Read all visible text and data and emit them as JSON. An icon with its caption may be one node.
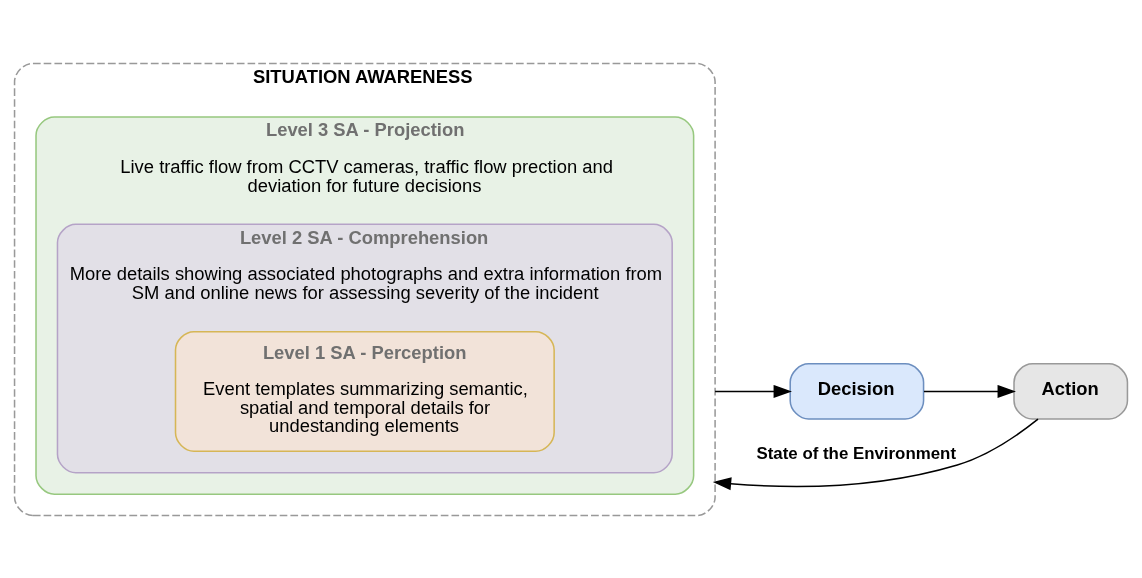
{
  "diagram": {
    "nodes": [
      {
        "text": [
          "SITUATION AWARENESS"
        ]
      },
      {
        "text": [
          "Level 3 SA - Projection",
          "Live traffic flow from CCTV cameras, traffic flow prection and deviation for future decisions"
        ],
        "in": 0
      },
      {
        "text": [
          "Level 2 SA - Comprehension",
          "More details showing associated photographs and extra information from SM and online news for assessing severity of the incident"
        ],
        "in": 1
      },
      {
        "text": [
          "Level 1 SA - Perception",
          "Event templates summarizing semantic, spatial and temporal details for undestanding elements"
        ],
        "in": 2
      },
      {
        "text": [
          "Decision"
        ]
      },
      {
        "text": [
          "Action"
        ]
      }
    ],
    "edges": [
      {
        "from": 0,
        "to": 4,
        "arrow": "to"
      },
      {
        "from": 4,
        "to": 5,
        "arrow": "to"
      },
      {
        "from": 5,
        "to": 0,
        "arrow": "to",
        "label": "State of the Environment"
      }
    ]
  }
}
